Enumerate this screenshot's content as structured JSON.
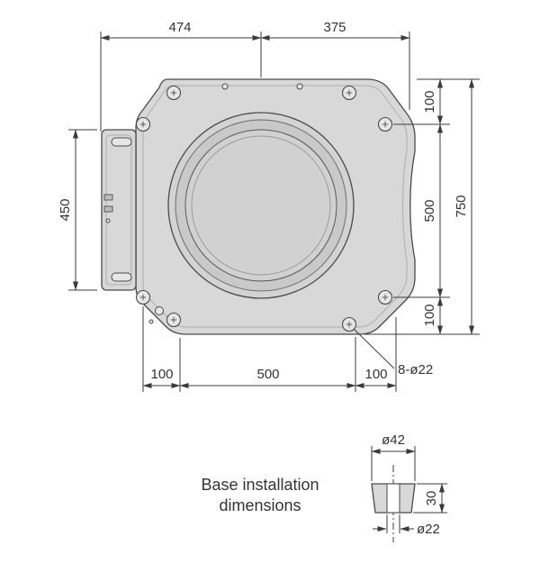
{
  "caption": {
    "line1": "Base installation",
    "line2": "dimensions"
  },
  "dims": {
    "top_left_width": "474",
    "top_right_width": "375",
    "left_height": "450",
    "right_top_offset": "100",
    "right_hole_span": "500",
    "right_bottom_offset": "100",
    "overall_height": "750",
    "bottom_left_offset": "100",
    "bottom_hole_span": "500",
    "bottom_right_offset": "100",
    "holes_callout": "8-ø22",
    "detail_top_diameter": "ø42",
    "detail_height": "30",
    "detail_hole_diameter": "ø22"
  },
  "colors": {
    "part_fill": "#d8d8d8",
    "outline": "#4a4a4a",
    "dimension_line": "#3b3b3b",
    "text": "#333333",
    "background": "#ffffff"
  }
}
